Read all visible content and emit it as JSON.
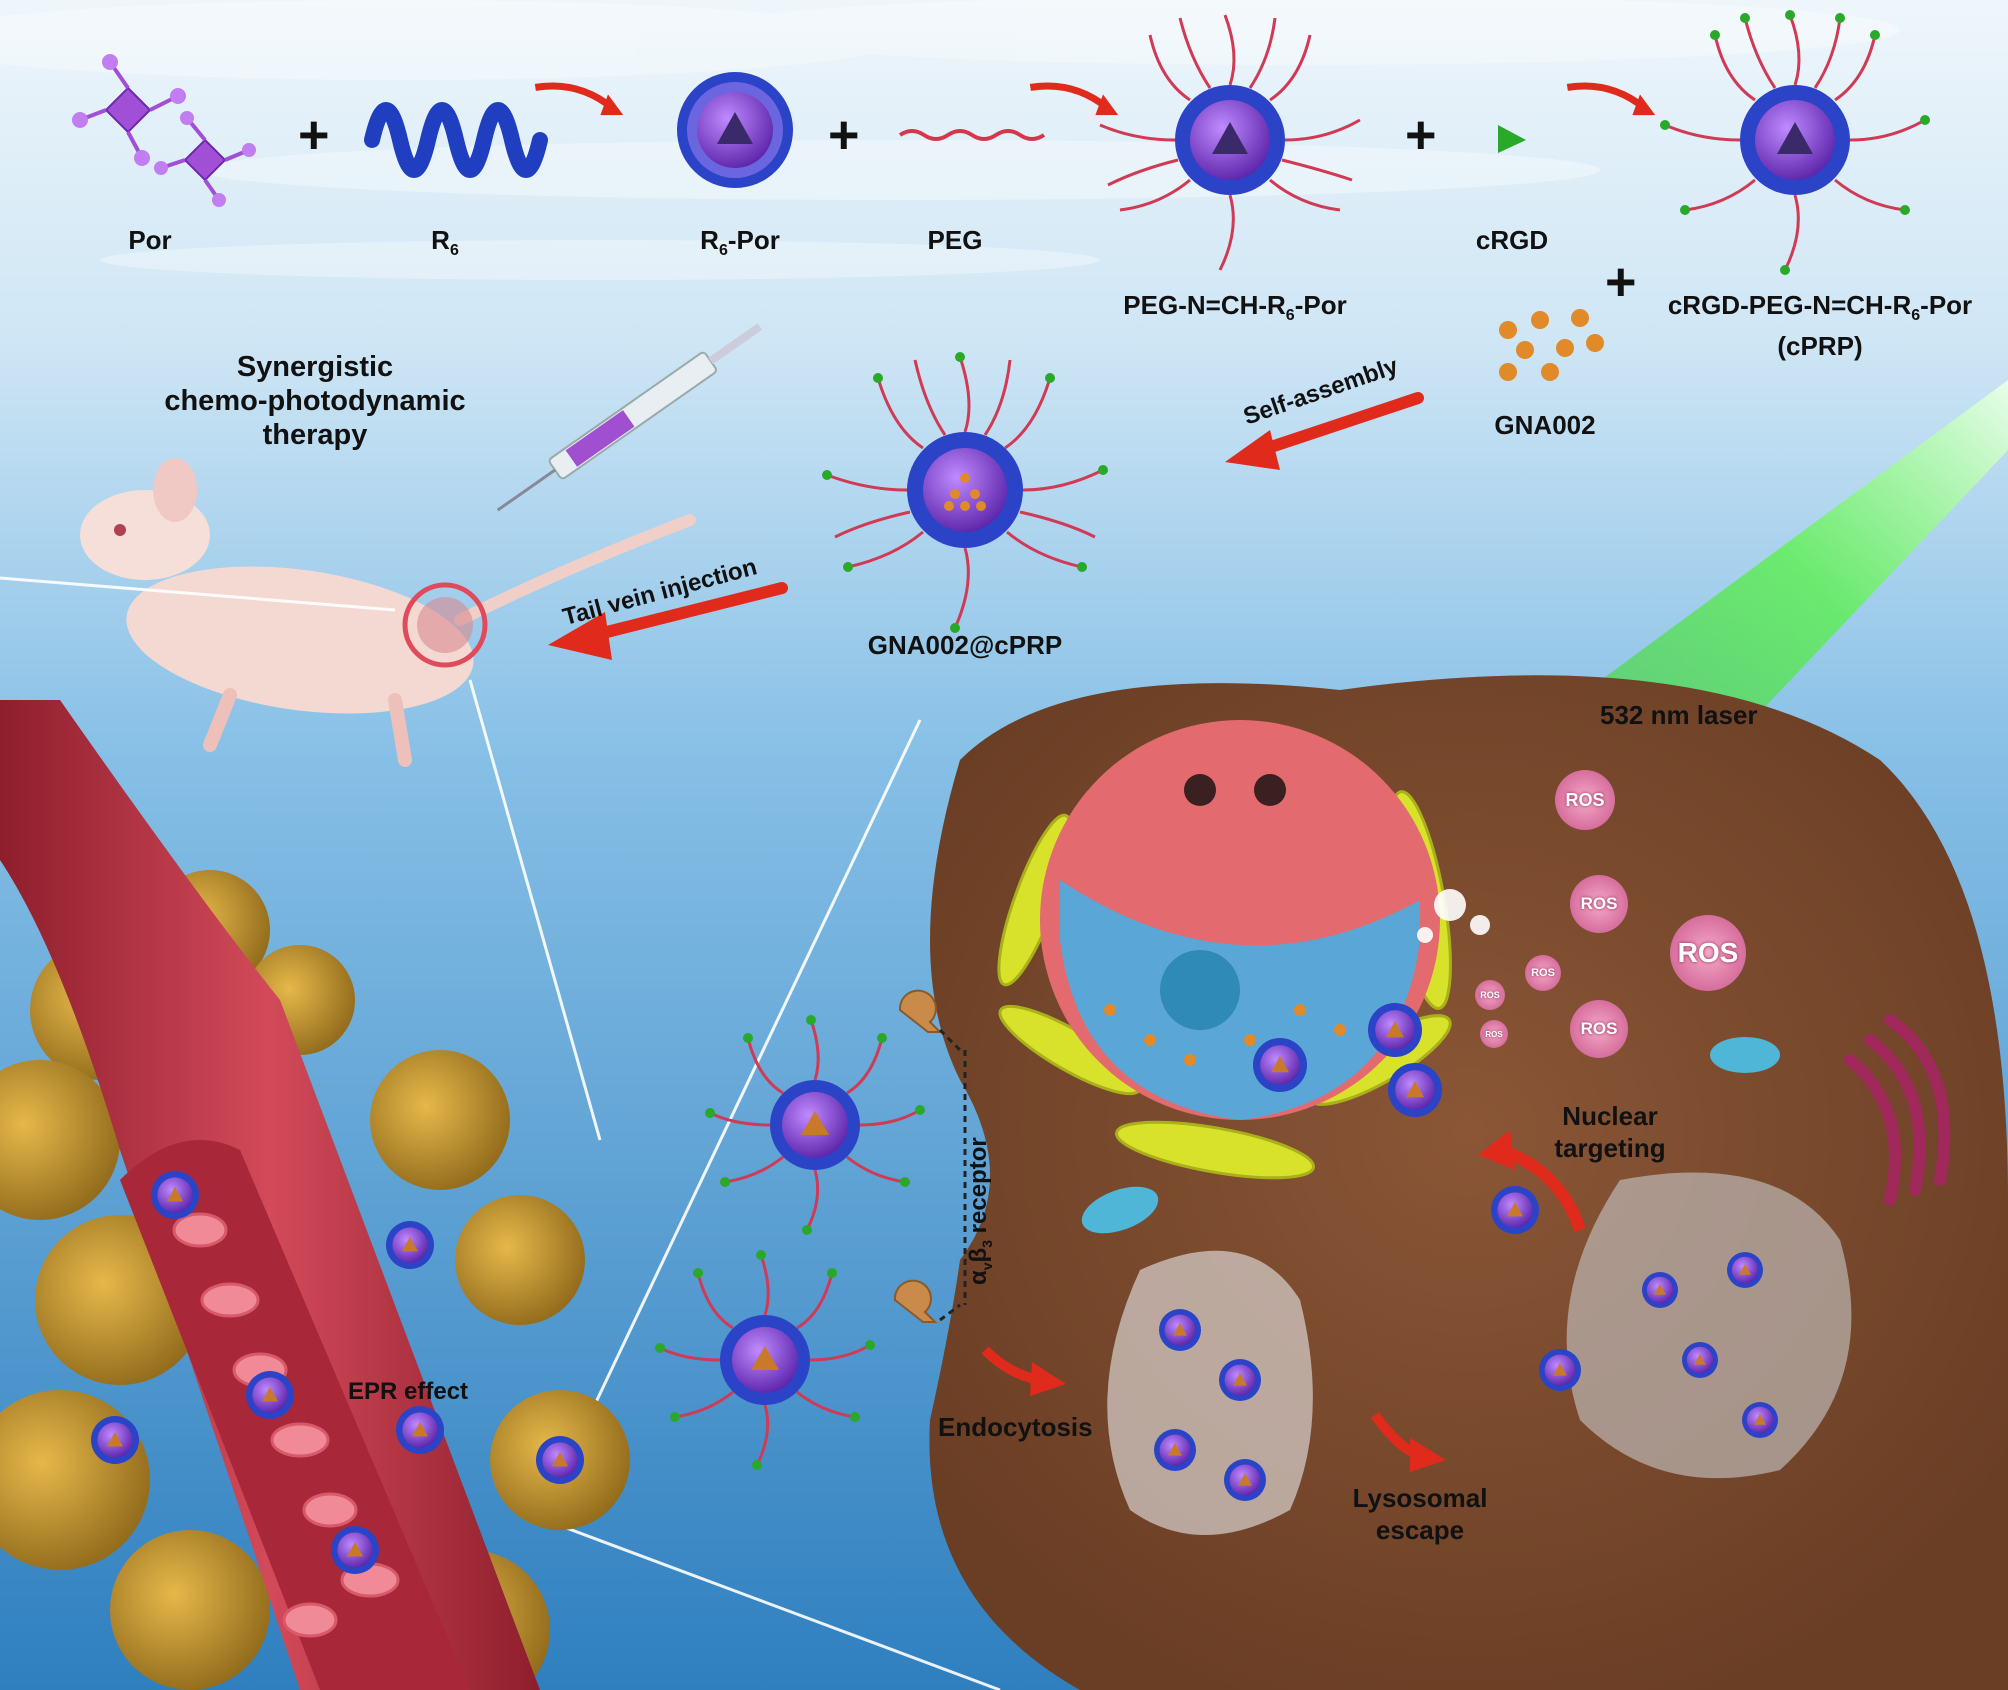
{
  "labels": {
    "por": "Por",
    "r6": "R",
    "r6_sub": "6",
    "r6_por_pre": "R",
    "r6_por_sub": "6",
    "r6_por_post": "-Por",
    "peg": "PEG",
    "peg_n_ch_pre": "PEG-N=CH-R",
    "peg_n_ch_sub": "6",
    "peg_n_ch_post": "-Por",
    "crgd": "cRGD",
    "crgd_peg_pre": "cRGD-PEG-N=CH-R",
    "crgd_peg_sub": "6",
    "crgd_peg_post": "-Por",
    "cprp": "(cPRP)",
    "gna002": "GNA002",
    "self_assembly": "Self-assembly",
    "gna002_cprp": "GNA002@cPRP",
    "tail_vein": "Tail vein injection",
    "synergistic_1": "Synergistic",
    "synergistic_2": "chemo-photodynamic",
    "synergistic_3": "therapy",
    "laser": "532 nm laser",
    "ros": "ROS",
    "receptor_pre": "α",
    "receptor_v": "v",
    "receptor_b": "β",
    "receptor_3": "3",
    "receptor_post": " receptor",
    "nuclear_1": "Nuclear",
    "nuclear_2": "targeting",
    "endocytosis": "Endocytosis",
    "lysosomal_1": "Lysosomal",
    "lysosomal_2": "escape",
    "epr": "EPR effect"
  },
  "symbols": {
    "plus": "+"
  },
  "colors": {
    "background_top": "#dfeef8",
    "background_bottom": "#3f8fc8",
    "cell_body": "#7a4a2e",
    "nucleus_shell": "#e36a6e",
    "nucleus_inner": "#5aa6d6",
    "er_yellow": "#d9e22a",
    "laser_green": "#3ee03a",
    "vessel_red": "#c23a4a",
    "tumor_gold": "#c89a2e",
    "nanoparticle_core": "#8a3fd0",
    "arrow_red": "#e02a1c"
  },
  "icons": [
    "plus-icon",
    "arrow-icon",
    "porphyrin-icon",
    "peptide-coil-icon",
    "mouse-icon",
    "syringe-icon",
    "laser-beam-icon",
    "mitochondria-icon",
    "golgi-icon",
    "receptor-icon"
  ]
}
